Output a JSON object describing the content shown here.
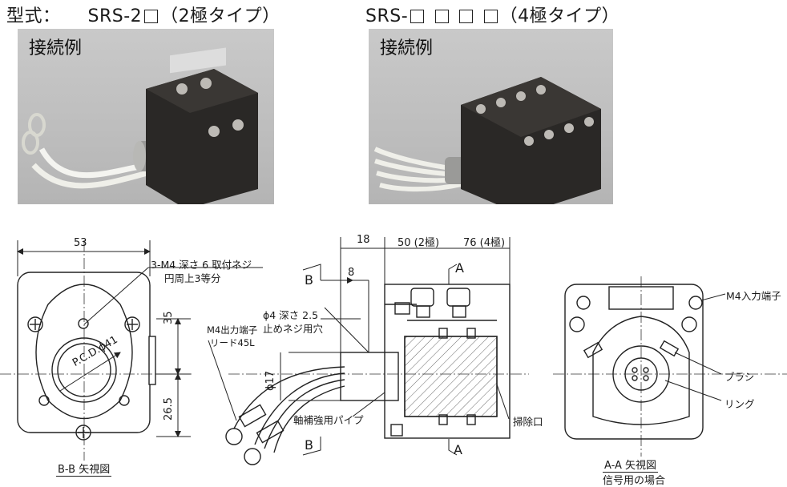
{
  "header": {
    "left_prefix": "型式：",
    "left_model": "SRS-2",
    "left_suffix": "（2極タイプ）",
    "right_model": "SRS-",
    "right_suffix": "（4極タイプ）"
  },
  "photos": {
    "left_label": "接続例",
    "right_label": "接続例"
  },
  "drawing": {
    "dims": {
      "d53": "53",
      "d18": "18",
      "d50": "50 (2極)",
      "d76": "76 (4極)",
      "d8": "8",
      "d35": "35",
      "d265": "26.5",
      "d17": "ϕ17",
      "pcd": "P.C.D.ϕ41"
    },
    "notes": {
      "mount_screw_1": "3-M4 深さ 6 取付ネジ",
      "mount_screw_2": "円周上3等分",
      "set_screw_1": "ϕ4 深さ 2.5",
      "set_screw_2": "止めネジ用穴",
      "out_term_1": "M4出力端子",
      "out_term_2": "リード45L",
      "pipe": "軸補強用パイプ",
      "cleaning": "掃除口",
      "input_term": "M4入力端子",
      "brush": "ブラシ",
      "ring": "リング"
    },
    "section_marks": {
      "b_top": "B",
      "b_bottom": "B",
      "a_top": "A",
      "a_bottom": "A"
    },
    "captions": {
      "bb_view": "B-B 矢視図",
      "aa_view": "A-A 矢視図",
      "aa_sub": "信号用の場合"
    }
  }
}
